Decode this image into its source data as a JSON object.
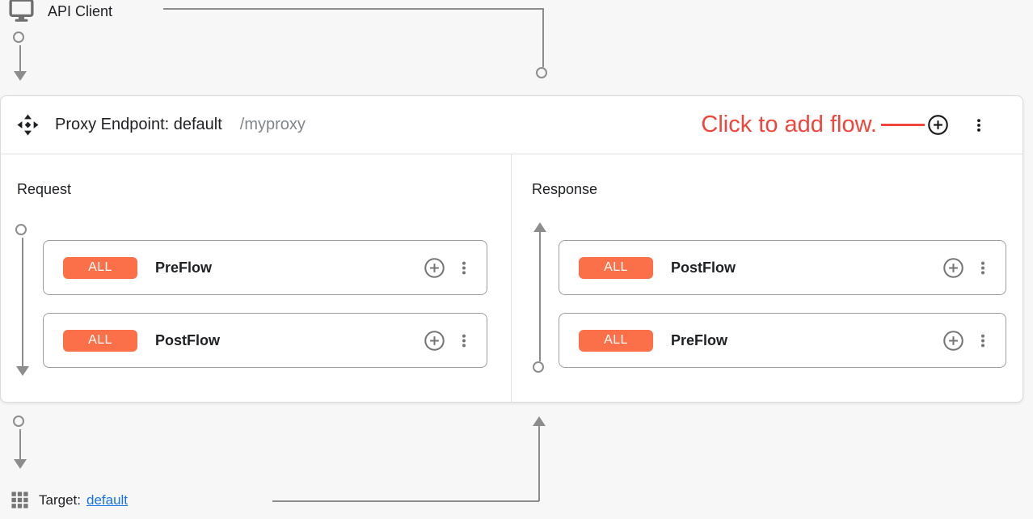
{
  "colors": {
    "badge_orange": "#fc7049",
    "annotation_red": "#f0453c",
    "link_blue": "#1a73e8",
    "connector_gray": "#8d8d8d"
  },
  "api_client": {
    "label": "API Client"
  },
  "proxy_endpoint": {
    "title": "Proxy Endpoint: default",
    "basepath": "/myproxy",
    "annotation": "Click to add flow.",
    "request": {
      "label": "Request",
      "flows": [
        {
          "badge": "ALL",
          "name": "PreFlow"
        },
        {
          "badge": "ALL",
          "name": "PostFlow"
        }
      ]
    },
    "response": {
      "label": "Response",
      "flows": [
        {
          "badge": "ALL",
          "name": "PostFlow"
        },
        {
          "badge": "ALL",
          "name": "PreFlow"
        }
      ]
    }
  },
  "target": {
    "label": "Target:",
    "link_text": "default"
  }
}
